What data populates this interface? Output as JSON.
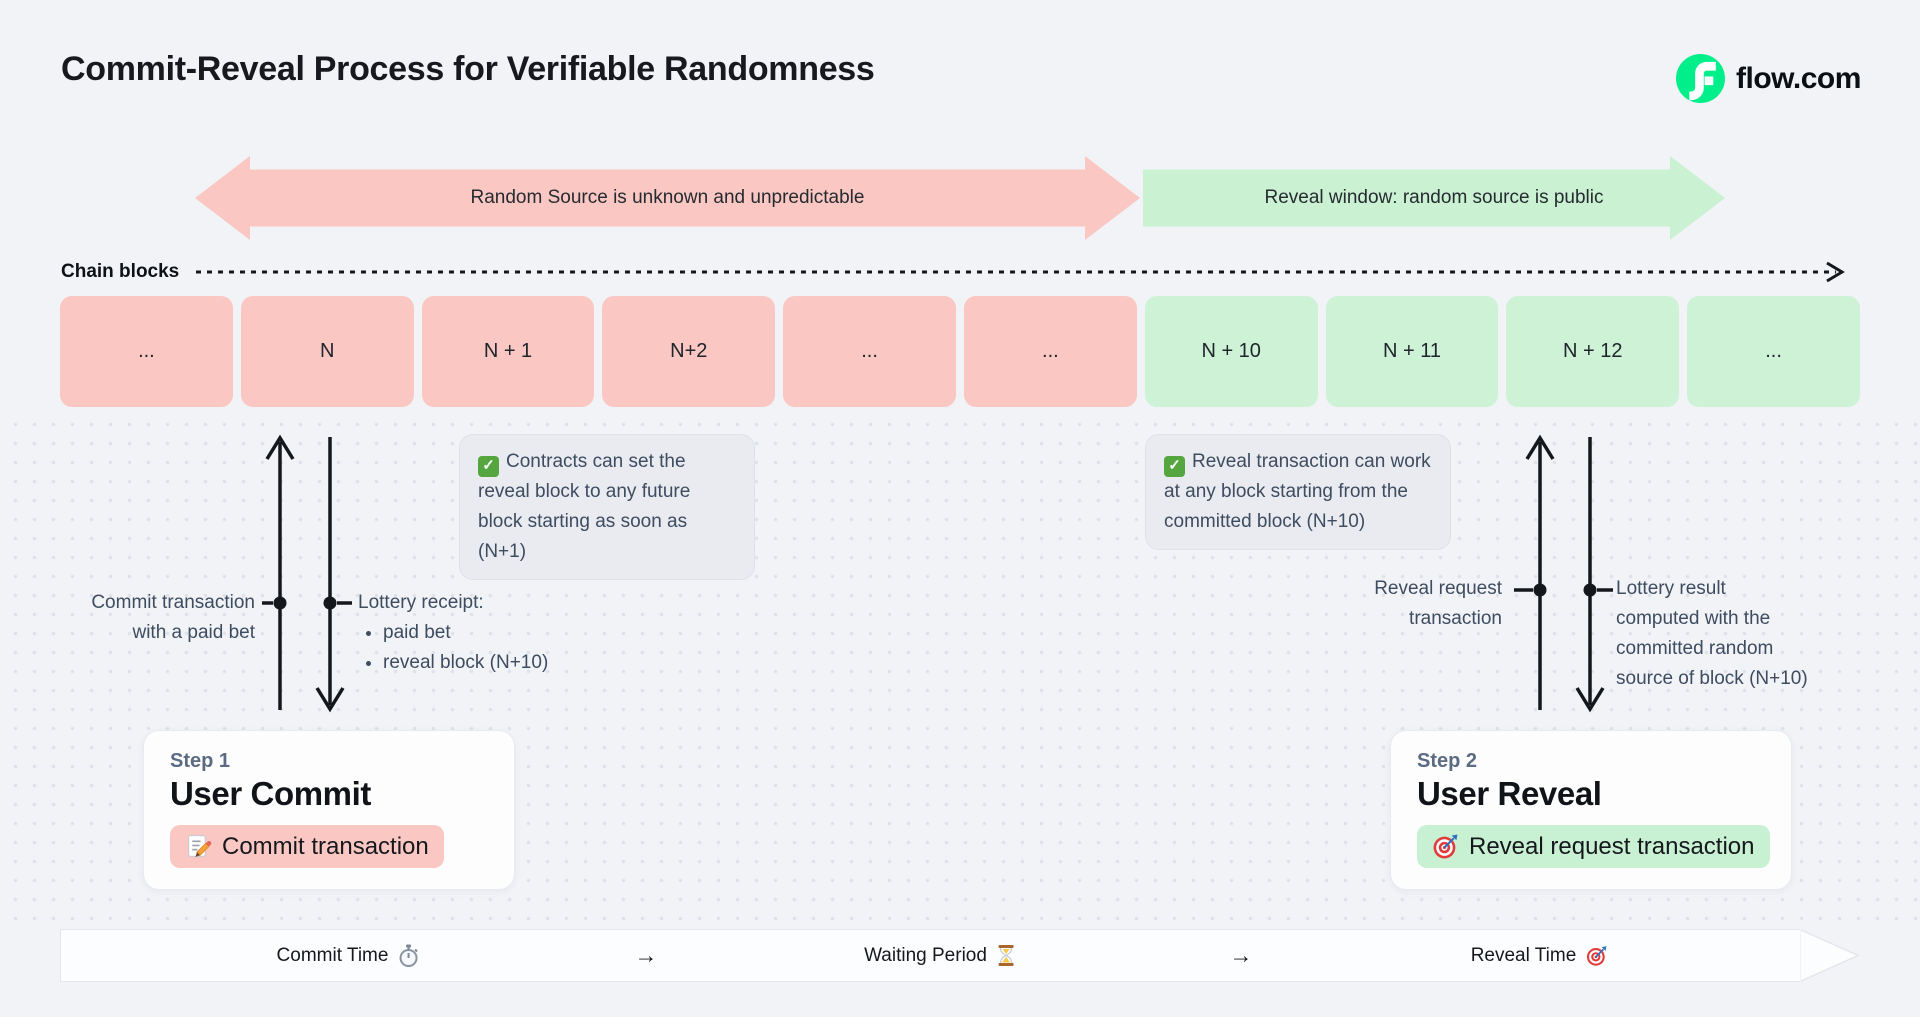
{
  "header": {
    "title": "Commit-Reveal Process for Verifiable Randomness",
    "brand": "flow.com",
    "brand_icon": "flow-logo-icon"
  },
  "phase_arrows": {
    "commit": {
      "label": "Random Source is unknown and unpredictable",
      "color": "#FBC7C2"
    },
    "reveal": {
      "label": "Reveal window: random source is public",
      "color": "#C9F1D2"
    }
  },
  "chain": {
    "label": "Chain blocks",
    "blocks": [
      {
        "label": "...",
        "phase": "commit"
      },
      {
        "label": "N",
        "phase": "commit"
      },
      {
        "label": "N + 1",
        "phase": "commit"
      },
      {
        "label": "N+2",
        "phase": "commit"
      },
      {
        "label": "...",
        "phase": "commit"
      },
      {
        "label": "...",
        "phase": "commit"
      },
      {
        "label": "N + 10",
        "phase": "reveal"
      },
      {
        "label": "N + 11",
        "phase": "reveal"
      },
      {
        "label": "N + 12",
        "phase": "reveal"
      },
      {
        "label": "...",
        "phase": "reveal"
      }
    ]
  },
  "notes": {
    "commit": {
      "icon": "check-icon",
      "text": "Contracts can set the reveal block to any future block starting as soon as (N+1)"
    },
    "reveal": {
      "icon": "check-icon",
      "text": "Reveal transaction can work at any block starting from the committed block (N+10)"
    }
  },
  "annotations": {
    "commit_tx": {
      "lines": [
        "Commit transaction",
        "with a paid bet"
      ]
    },
    "lottery_receipt": {
      "title": "Lottery receipt:",
      "bullets": [
        "paid bet",
        "reveal block (N+10)"
      ]
    },
    "reveal_request": {
      "lines": [
        "Reveal request",
        "transaction"
      ]
    },
    "lottery_result": {
      "lines": [
        "Lottery result",
        "computed with the",
        "committed random",
        "source of block (N+10)"
      ]
    }
  },
  "steps": {
    "commit": {
      "label": "Step 1",
      "title": "User Commit",
      "action": "Commit transaction",
      "icon": "memo-icon"
    },
    "reveal": {
      "label": "Step 2",
      "title": "User Reveal",
      "action": "Reveal request transaction",
      "icon": "target-icon"
    }
  },
  "timeline": {
    "items": [
      {
        "label": "Commit Time",
        "icon": "stopwatch-icon"
      },
      {
        "label": "→",
        "icon": null
      },
      {
        "label": "Waiting Period",
        "icon": "hourglass-icon"
      },
      {
        "label": "→",
        "icon": null
      },
      {
        "label": "Reveal Time",
        "icon": "target-icon"
      }
    ]
  },
  "colors": {
    "background": "#F1F3F7",
    "commit_accent": "#FBC7C2",
    "reveal_accent": "#CDF2D6",
    "note_bg": "#E9EBF1",
    "brand_green": "#00EF8B",
    "text_dark": "#16181D",
    "text_slate": "#3E4C60"
  }
}
